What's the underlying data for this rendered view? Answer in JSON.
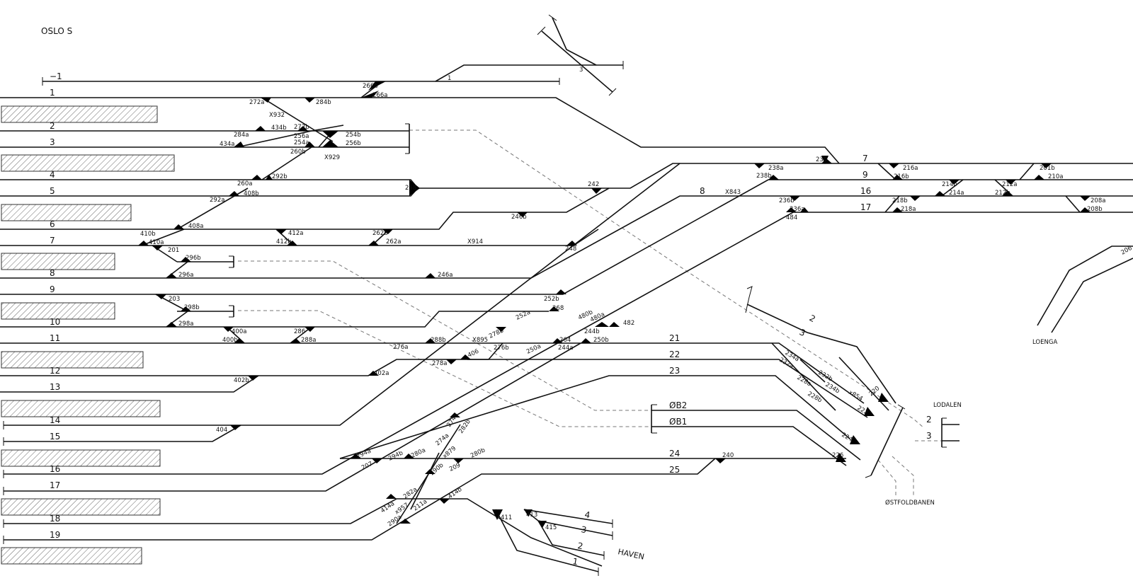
{
  "station": {
    "title": "OSLO S"
  },
  "tracks": {
    "t_m1": "−1",
    "t1": "1",
    "t2": "2",
    "t3": "3",
    "t4": "4",
    "t5": "5",
    "t6": "6",
    "t7": "7",
    "t8": "8",
    "t9": "9",
    "t10": "10",
    "t11": "11",
    "t12": "12",
    "t13": "13",
    "t14": "14",
    "t15": "15",
    "t16": "16",
    "t17": "17",
    "t18": "18",
    "t19": "19",
    "e7": "7",
    "e9": "9",
    "e8": "8",
    "e16": "16",
    "e17": "17",
    "t21": "21",
    "t22": "22",
    "t23": "23",
    "t24": "24",
    "t25": "25",
    "ob2": "ØB2",
    "ob1": "ØB1",
    "lod2": "2",
    "lod3": "3",
    "mid2": "2",
    "mid3": "3",
    "h4": "4",
    "h3": "3",
    "h2": "2",
    "h1": "1"
  },
  "places": {
    "lodalen": "LODALEN",
    "ostfoldbanen": "ØSTFOLDBANEN",
    "loenga": "LOENGA",
    "haven": "HAVEN"
  },
  "switches": {
    "s266b": "266b",
    "s266a": "266a",
    "s1": "1",
    "s3": "3",
    "s272a": "272a",
    "s284b": "284b",
    "sX932": "X932",
    "s284a": "284a",
    "s434b": "434b",
    "s272b": "272b",
    "s256a": "256a",
    "s254a": "254a",
    "s254b": "254b",
    "s256b": "256b",
    "s434a": "434a",
    "s260b": "260b",
    "sX929": "X929",
    "s260a": "260a",
    "s292b": "292b",
    "s258": "258",
    "s242": "242",
    "s292a": "292a",
    "s408b": "408b",
    "s408a": "408a",
    "s246b": "246b",
    "s410b": "410b",
    "s410a": "410a",
    "s412a": "412a",
    "s412b": "412b",
    "s262b": "262b",
    "s262a": "262a",
    "sX914": "X914",
    "s248": "248",
    "s201": "201",
    "s296b": "296b",
    "s296a": "296a",
    "s246a": "246a",
    "s203": "203",
    "s298b": "298b",
    "s298a": "298a",
    "s252b": "252b",
    "s268": "268",
    "s252a": "252a",
    "s400a": "400a",
    "s400b": "400b",
    "s286": "286",
    "s288a": "288a",
    "s480b": "480b",
    "s480a": "480a",
    "s482": "482",
    "s244b": "244b",
    "s276a": "276a",
    "s288b": "288b",
    "sX895": "X895",
    "s278b": "278b",
    "s264": "264",
    "s250b": "250b",
    "s276b": "276b",
    "s250a": "250a",
    "s244a": "244a",
    "s406": "406",
    "s278a": "278a",
    "s402a": "402a",
    "s402b": "402b",
    "s404": "404",
    "s230": "230",
    "s238a": "238a",
    "s238b": "238b",
    "sX843": "X843",
    "s236b": "236b",
    "s236a": "236a",
    "s484": "484",
    "s216a": "216a",
    "s216b": "216b",
    "s214b": "214b",
    "s214a": "214a",
    "s212a": "212a",
    "s212b": "212b",
    "s201b": "201b",
    "s210a": "210a",
    "s218b": "218b",
    "s218a": "218a",
    "s208a": "208a",
    "s208b": "208b",
    "s206": "206",
    "s234a": "234a",
    "s232a": "232a",
    "s232b": "232b",
    "s228a": "228a",
    "s234b": "234b",
    "s228b": "228b",
    "sX854": "x854",
    "s220": "220",
    "s222": "222",
    "s224": "224",
    "s226": "226",
    "s240": "240",
    "s294a": "294a",
    "s207": "207",
    "s294b": "294b",
    "s280a": "280a",
    "s274b": "274b",
    "s282b": "282b",
    "s274a": "274a",
    "sX879": "x879",
    "s280b": "280b",
    "s209": "209",
    "s290b": "290b",
    "s282a": "282a",
    "s414a": "414a",
    "sX957": "x957",
    "s211a": "211a",
    "s414b": "414b",
    "s290a": "290a",
    "s411": "411",
    "s413": "413",
    "s415": "415"
  },
  "colors": {
    "track": "#111111",
    "dashed": "#777777",
    "platform": "#888888"
  }
}
